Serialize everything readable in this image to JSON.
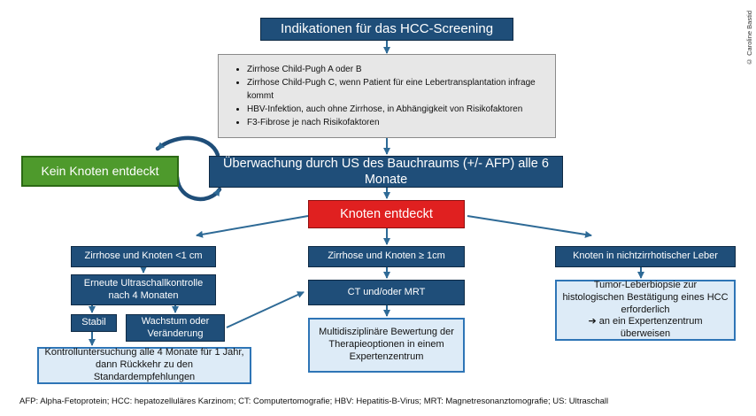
{
  "title": "Indikationen für das HCC-Screening",
  "criteria": [
    "Zirrhose Child-Pugh A oder B",
    "Zirrhose Child-Pugh C, wenn Patient für eine Lebertransplantation infrage kommt",
    "HBV-Infektion, auch ohne Zirrhose, in Abhängigkeit von Risikofaktoren",
    "F3-Fibrose je nach Risikofaktoren"
  ],
  "surveillance": "Überwachung durch US des Bauchraums (+/- AFP) alle 6 Monate",
  "no_nodule": "Kein Knoten entdeckt",
  "nodule_found": "Knoten entdeckt",
  "branch_left": {
    "label": "Zirrhose und Knoten <1 cm",
    "recheck": "Erneute Ultraschallkontrolle nach 4 Monaten",
    "stable": "Stabil",
    "growth": "Wachstum oder Veränderung",
    "followup": "Kontrolluntersuchung alle 4 Monate für 1 Jahr, dann Rückkehr zu den Standardempfehlungen"
  },
  "branch_mid": {
    "label": "Zirrhose und Knoten ≥ 1cm",
    "imaging": "CT und/oder MRT",
    "mdt": "Multidisziplinäre Bewertung der Therapieoptionen in einem Expertenzentrum"
  },
  "branch_right": {
    "label": "Knoten in nichtzirrhotischer Leber",
    "biopsy_line1": "Tumor-Leberbiopsie zur histologischen Bestätigung eines HCC erforderlich",
    "biopsy_arrow": "➔",
    "biopsy_line2": "an ein Expertenzentrum überweisen"
  },
  "footer": "AFP: Alpha-Fetoprotein; HCC: hepatozelluläres Karzinom; CT: Computertomografie; HBV: Hepatitis-B-Virus; MRT: Magnetresonanztomografie; US: Ultraschall",
  "copyright": "© Caroline Bastid",
  "colors": {
    "navy": "#1f4e79",
    "light_blue": "#ddebf7",
    "border_blue": "#2e75b6",
    "green": "#4e9a2c",
    "red": "#e02020",
    "gray": "#e7e7e7"
  }
}
